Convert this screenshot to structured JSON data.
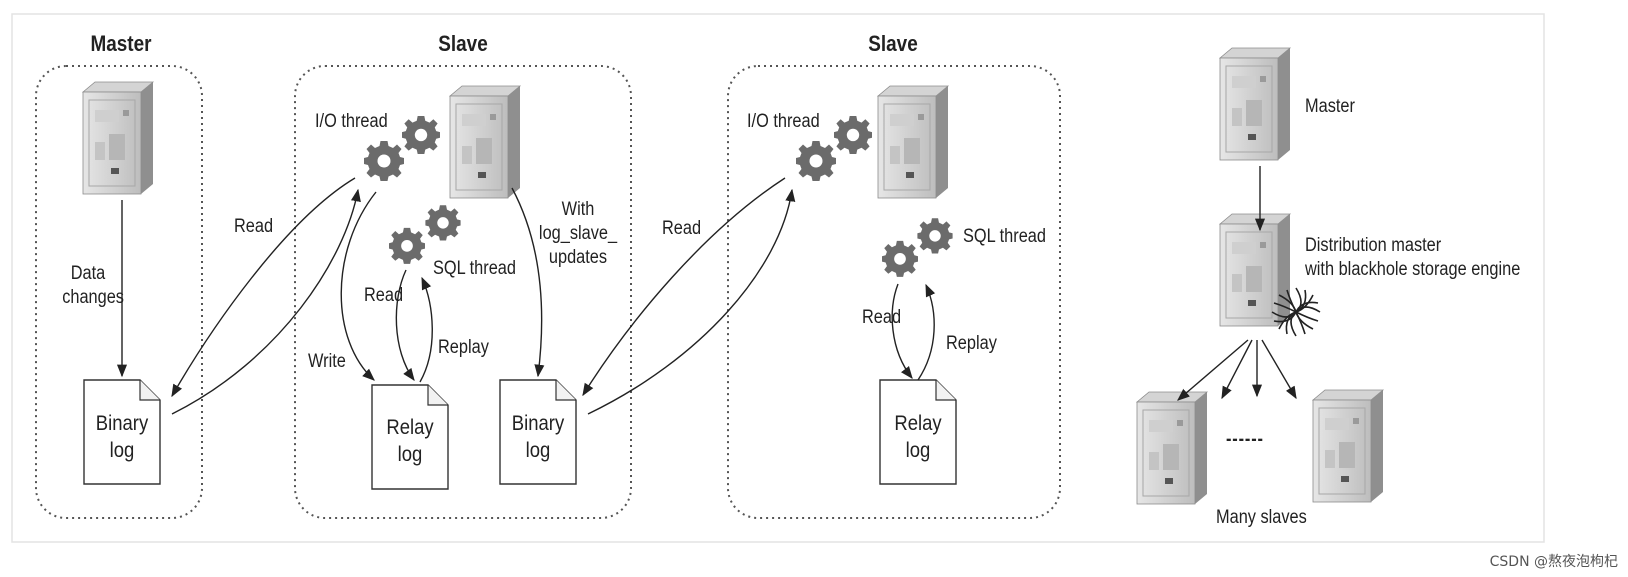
{
  "panels": {
    "master": {
      "title": "Master",
      "data_changes": [
        "Data",
        "changes"
      ],
      "binary_log": [
        "Binary",
        "log"
      ]
    },
    "slave1": {
      "title": "Slave",
      "io_thread": "I/O thread",
      "sql_thread": "SQL thread",
      "read": "Read",
      "replay": "Replay",
      "write": "Write",
      "with_updates": [
        "With",
        "log_slave_",
        "updates"
      ],
      "relay_log": [
        "Relay",
        "log"
      ],
      "binary_log": [
        "Binary",
        "log"
      ]
    },
    "slave2": {
      "title": "Slave",
      "io_thread": "I/O thread",
      "sql_thread": "SQL thread",
      "read": "Read",
      "replay": "Replay",
      "relay_log": [
        "Relay",
        "log"
      ]
    }
  },
  "edge_labels": {
    "read_master_to_slave1": "Read",
    "read_slave1_to_slave2": "Read"
  },
  "topology": {
    "master": "Master",
    "distribution_master": [
      "Distribution master",
      "with blackhole storage engine"
    ],
    "dashes": "------",
    "many_slaves": "Many slaves"
  },
  "watermark": "CSDN @熬夜泡枸杞"
}
